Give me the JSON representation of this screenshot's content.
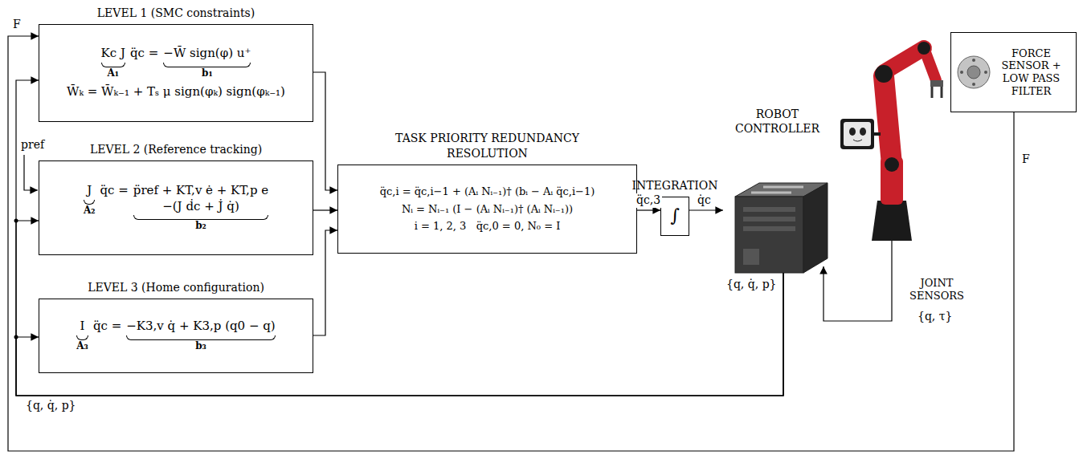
{
  "diagram": {
    "nodes": [
      {
        "text": [
          "LEVEL 1 (SMC constraints)",
          "Kc J",
          "A₁",
          "q̈c =",
          "−W̄ sign(φ) u⁺",
          "b₁",
          "W̄ₖ = W̄ₖ₋₁ + Tₛ μ sign(φₖ) sign(φₖ₋₁)"
        ]
      },
      {
        "text": [
          "LEVEL 2 (Reference tracking)",
          "J",
          "A₂",
          "q̈c =",
          "p̈ref + KT,v ė + KT,p e",
          "−(J ḋc + J̇ q̇)",
          "b₂"
        ]
      },
      {
        "text": [
          "LEVEL 3 (Home configuration)",
          "I",
          "A₃",
          "q̈c =",
          "−K3,v q̇ + K3,p (q0 − q)",
          "b₃"
        ]
      },
      {
        "text": [
          "TASK PRIORITY REDUNDANCY RESOLUTION",
          "q̈c,i = q̈c,i−1 + (Aᵢ Nᵢ₋₁)† (bᵢ − Aᵢ q̈c,i−1)",
          "Nᵢ = Nᵢ₋₁ (I − (Aᵢ Nᵢ₋₁)† (Aᵢ Nᵢ₋₁))",
          "i = 1, 2, 3   q̈c,0 = 0, N₀ = I"
        ]
      },
      {
        "text": [
          "INTEGRATION",
          "∫"
        ]
      },
      {
        "text": [
          "ROBOT CONTROLLER"
        ]
      },
      {
        "text": [
          "FORCE SENSOR + LOW PASS FILTER"
        ]
      }
    ],
    "edges": [
      {
        "from": 0,
        "to": 3,
        "arrow": "to"
      },
      {
        "from": 1,
        "to": 3,
        "arrow": "to"
      },
      {
        "from": 2,
        "to": 3,
        "arrow": "to"
      },
      {
        "from": 3,
        "to": 4,
        "arrow": "to",
        "label": "q̈c,3"
      },
      {
        "from": 4,
        "to": 5,
        "arrow": "to",
        "label": "q̇c"
      },
      {
        "from": 5,
        "to": 0,
        "arrow": "to",
        "label": "{q, q̇, p}"
      },
      {
        "from": 5,
        "to": 1,
        "arrow": "to"
      },
      {
        "from": 5,
        "to": 2,
        "arrow": "to"
      },
      {
        "from": 6,
        "to": 0,
        "arrow": "to",
        "label": "F"
      }
    ],
    "labels": [
      "F",
      "pref",
      "{q, q̇, p}",
      "JOINT SENSORS",
      "{q, τ}"
    ]
  }
}
